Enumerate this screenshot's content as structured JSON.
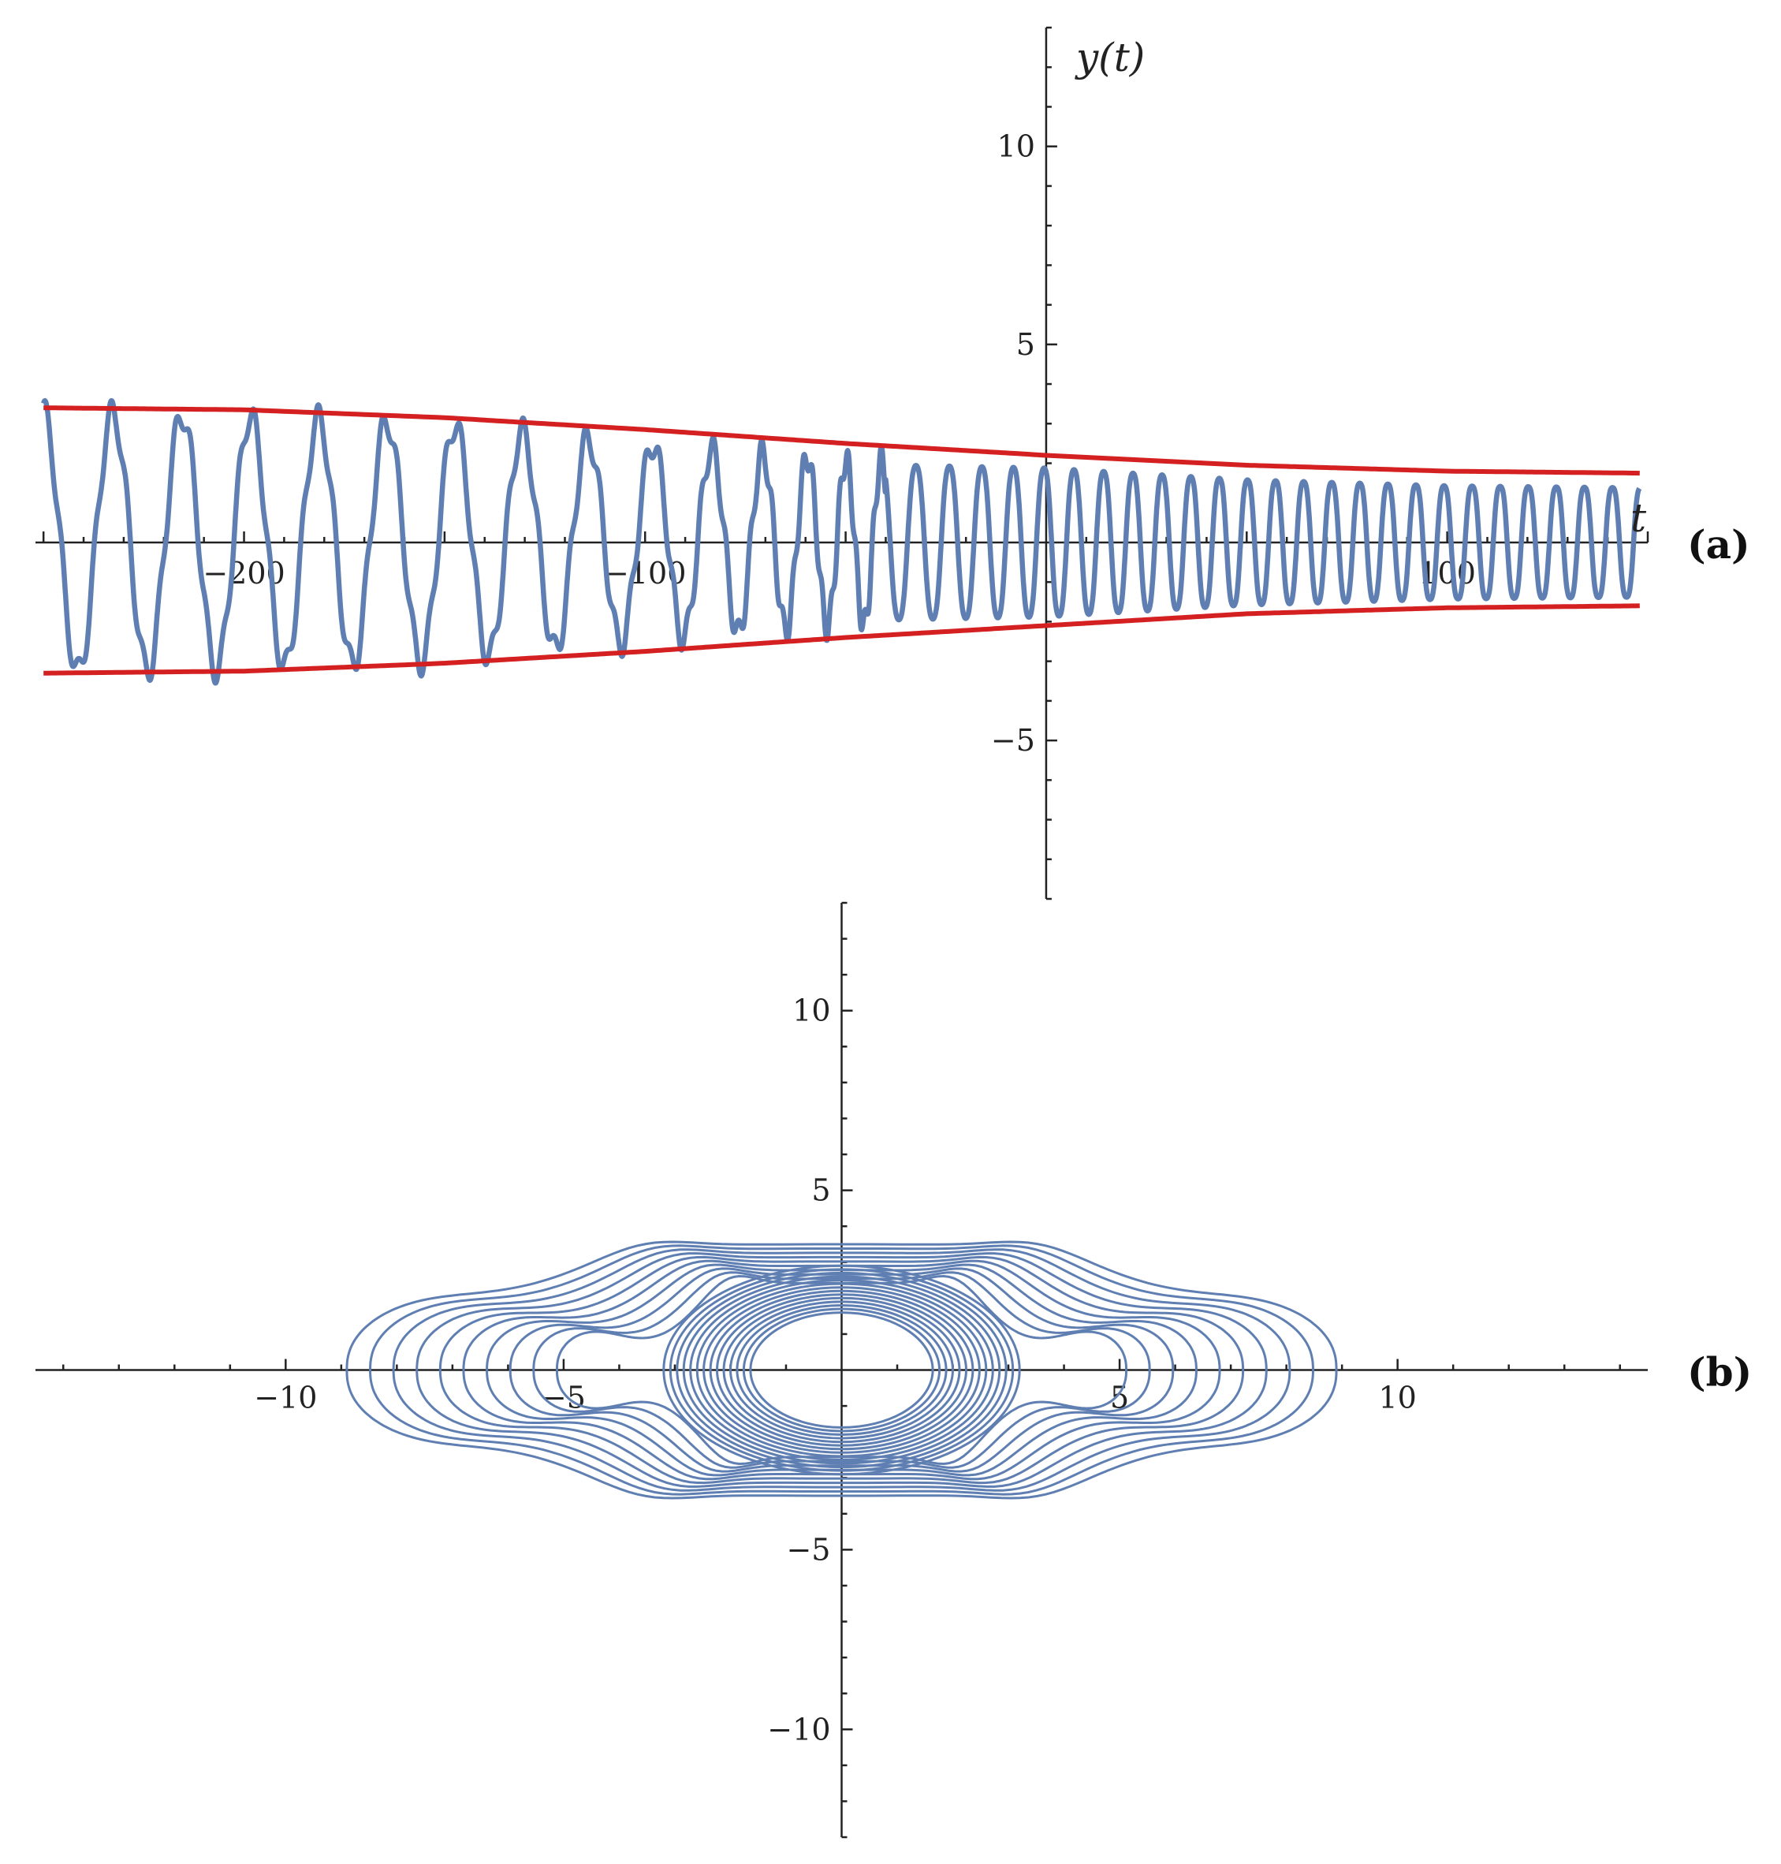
{
  "chart_data": [
    {
      "panel_label": "(a)",
      "type": "line",
      "xlabel": "t",
      "ylabel": "y(t)",
      "xlim": [
        -252,
        150
      ],
      "ylim": [
        -9,
        13
      ],
      "x_ticks": [
        -200,
        -100,
        100
      ],
      "y_ticks": [
        -5,
        5,
        10
      ],
      "grid": false,
      "colors": {
        "signal": "#5f7fb2",
        "envelope": "#d42020"
      },
      "series": [
        {
          "role": "signal",
          "x": [
            -250,
            -200,
            -150,
            -100,
            -50,
            0,
            50,
            100,
            148
          ],
          "y_amplitude": [
            3.3,
            3.2,
            3.0,
            2.5,
            2.1,
            2.0,
            1.7,
            1.55,
            1.5
          ],
          "period": [
            17.5,
            17,
            17,
            16,
            9,
            7.5,
            7,
            7,
            7
          ]
        },
        {
          "role": "upper envelope",
          "x": [
            -250,
            -200,
            -150,
            -100,
            -50,
            0,
            50,
            100,
            148
          ],
          "y": [
            3.4,
            3.35,
            3.15,
            2.85,
            2.5,
            2.2,
            1.95,
            1.8,
            1.75
          ]
        },
        {
          "role": "lower envelope",
          "x": [
            -250,
            -200,
            -150,
            -100,
            -50,
            0,
            50,
            100,
            148
          ],
          "y": [
            -3.3,
            -3.25,
            -3.05,
            -2.75,
            -2.4,
            -2.1,
            -1.8,
            -1.65,
            -1.6
          ]
        }
      ]
    },
    {
      "panel_label": "(b)",
      "type": "line",
      "xlim": [
        -14.5,
        14.5
      ],
      "ylim": [
        -13,
        13
      ],
      "x_ticks": [
        -10,
        -5,
        5,
        10
      ],
      "y_ticks": [
        -10,
        -5,
        5,
        10
      ],
      "grid": false,
      "colors": {
        "orbit": "#5f7fb2"
      },
      "series": [
        {
          "role": "phase portrait",
          "outer_x_extent": [
            -8.8,
            8.9
          ],
          "outer_y_extent": [
            -3.5,
            3.5
          ],
          "lobe_centers_x": [
            -6,
            6
          ],
          "inner_hole_radius": 1.4
        }
      ]
    }
  ]
}
